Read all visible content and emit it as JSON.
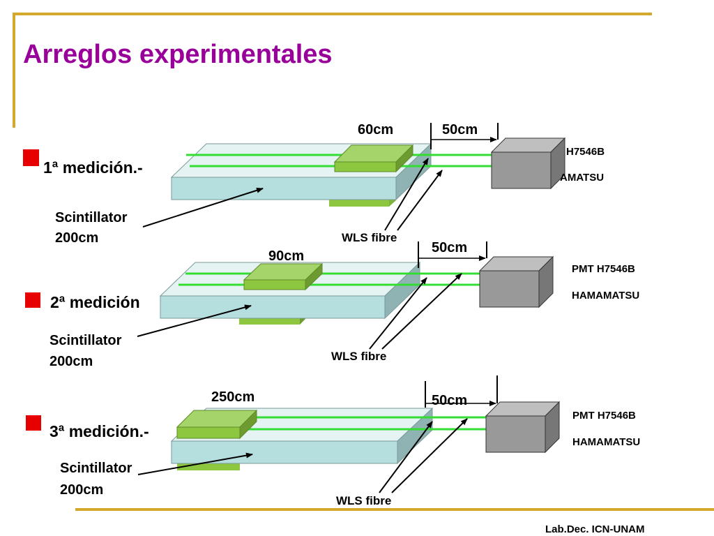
{
  "slide": {
    "title": "Arreglos experimentales",
    "footer": "Lab.Dec. ICN-UNAM",
    "colors": {
      "accent_gold": "#D4A82C",
      "title": "#990099",
      "bullet": "#E60000",
      "scintillator_top": "#E5F3F3",
      "scintillator_front": "#B5DEDE",
      "scintillator_side": "#8FB2B2",
      "pad_top": "#A4D46A",
      "pad_front": "#8DC63F",
      "pad_side": "#6E9B30",
      "fibre": "#33DD33",
      "pmt_top": "#BFBFBF",
      "pmt_front": "#999999",
      "pmt_side": "#777777"
    },
    "measurements": [
      {
        "label": "1ª medición.-",
        "scintillator_label_1": "Scintillator",
        "scintillator_label_2": "200cm",
        "pad_distance": "60cm",
        "gap_distance": "50cm",
        "wls_label": "WLS fibre",
        "pmt_label_1": "H7546B",
        "pmt_label_2": "AMATSU"
      },
      {
        "label": "2ª medición",
        "scintillator_label_1": "Scintillator",
        "scintillator_label_2": "200cm",
        "pad_distance": "90cm",
        "gap_distance": "50cm",
        "wls_label": "WLS fibre",
        "pmt_label_1": "PMT H7546B",
        "pmt_label_2": "HAMAMATSU"
      },
      {
        "label": "3ª medición.-",
        "scintillator_label_1": "Scintillator",
        "scintillator_label_2": "200cm",
        "pad_distance": "250cm",
        "gap_distance": "50cm",
        "wls_label": "WLS fibre",
        "pmt_label_1": "PMT H7546B",
        "pmt_label_2": "HAMAMATSU"
      }
    ]
  }
}
